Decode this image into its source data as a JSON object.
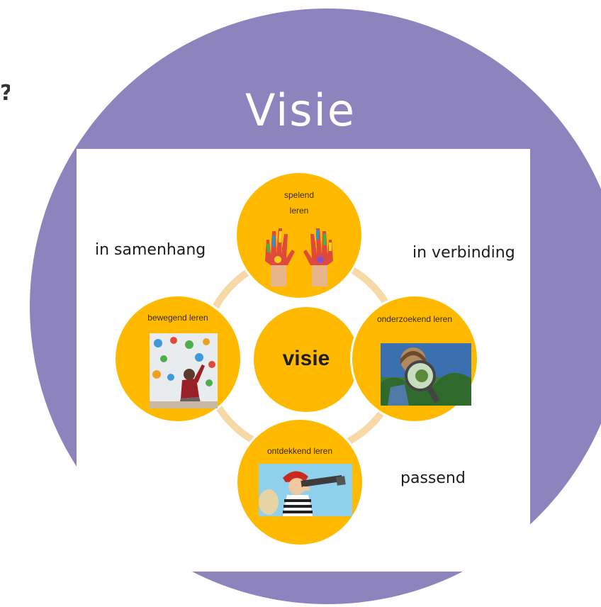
{
  "stray_mark": "?",
  "title": "Visie",
  "center": "visie",
  "nodes": {
    "top": "spelend leren",
    "left": "bewegend leren",
    "right": "onderzoekend leren",
    "bottom": "ontdekkend leren"
  },
  "side_labels": {
    "top_left": "in samenhang",
    "top_right": "in verbinding",
    "bottom_right": "passend"
  },
  "colors": {
    "outer_disc": "#8e84bd",
    "circle_fill": "#ffba00",
    "ring": "#f7d9a8"
  }
}
